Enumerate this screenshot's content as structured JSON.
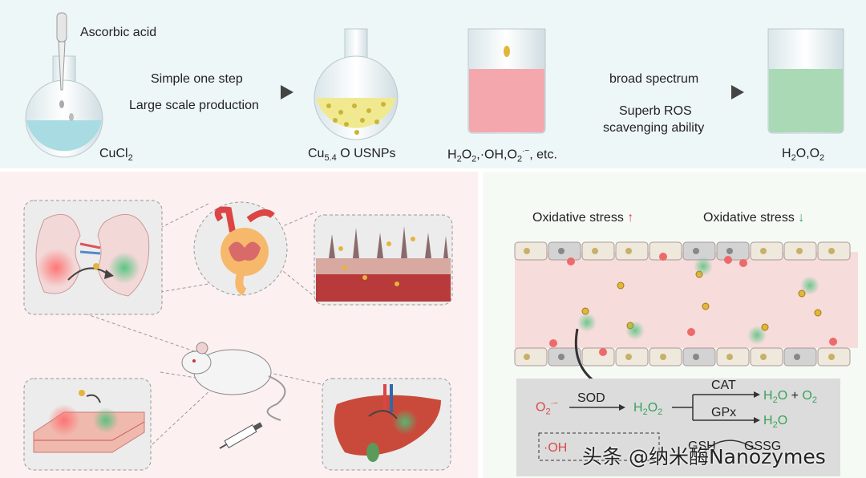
{
  "top": {
    "reagent_label": "Ascorbic acid",
    "precursor_main": "CuCl",
    "precursor_sub": "2",
    "arrow1_line1": "Simple one step",
    "arrow1_line2": "Large scale production",
    "product_prefix": "Cu",
    "product_sub": "5.4",
    "product_suffix": " O USNPs",
    "ros_h2o2_main": "H",
    "ros_sub1": "2",
    "ros_mid1": "O",
    "ros_sub2": "2",
    "ros_mid2": ",·OH,O",
    "ros_sub3": "2",
    "ros_sup": "·−",
    "ros_tail": ", etc.",
    "arrow2_line1": "broad spectrum",
    "arrow2_line2": "Superb ROS",
    "arrow2_line3": "scavenging ability",
    "products_h": "H",
    "products_sub": "2",
    "products_tail": "O,O",
    "products_sub2": "2"
  },
  "right_panel": {
    "stress_up_label": "Oxidative stress",
    "stress_down_label": "Oxidative stress",
    "up_arrow": "↑",
    "down_arrow": "↓",
    "superoxide": "O",
    "superoxide_sub": "2",
    "superoxide_sup": "·−",
    "sod": "SOD",
    "h2o2_h": "H",
    "h2o2_sub1": "2",
    "h2o2_o": "O",
    "h2o2_sub2": "2",
    "cat": "CAT",
    "gpx": "GPx",
    "prod1_h": "H",
    "prod1_sub": "2",
    "prod1_o": "O",
    "plus": "+",
    "prod1_o2": "O",
    "prod1_o2_sub": "2",
    "prod2_h": "H",
    "prod2_sub": "2",
    "prod2_o": "O",
    "oh_label": "·OH",
    "gsh": "GSH",
    "gssg": "GSSG"
  },
  "watermark": "头条 @纳米酶Nanozymes",
  "colors": {
    "top_bg": "#eef7f8",
    "bottom_left_bg": "#fcf0f0",
    "bottom_right_bg": "#f6faf5",
    "accent_red": "#d94a4a",
    "accent_green": "#3aa35a",
    "panel_gray": "#dcdcdc"
  },
  "icons": [
    "dropper-icon",
    "flask-icon",
    "beaker-icon",
    "kidney-icon",
    "glomerulus-icon",
    "tissue-icon",
    "mouse-icon",
    "syringe-icon",
    "skin-icon",
    "liver-icon",
    "blood-vessel-icon"
  ]
}
